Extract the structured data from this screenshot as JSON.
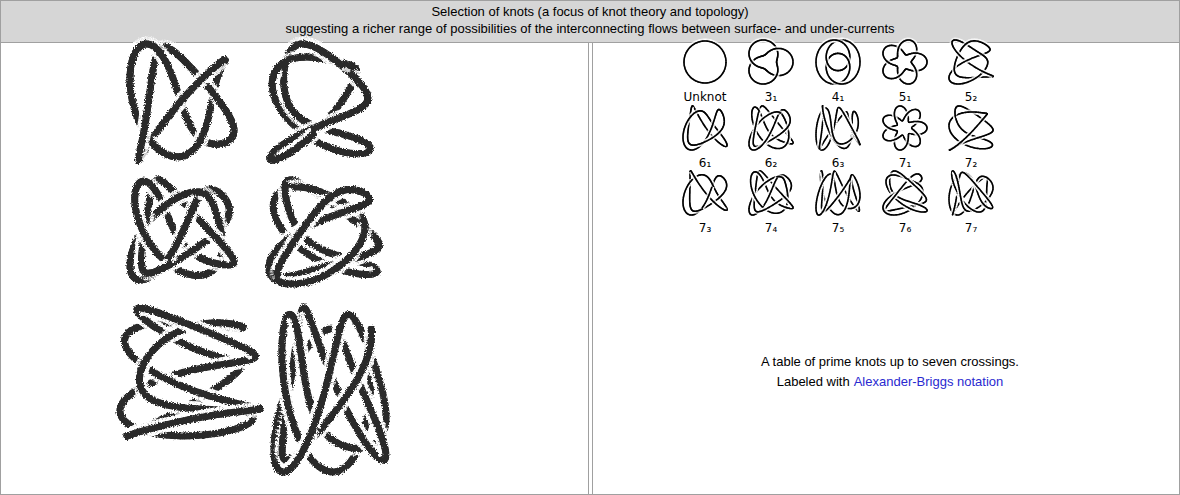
{
  "diagram": {
    "title": "Selection of knots (a focus of knot theory and topology)",
    "caption": "A table of prime knots up to seven crossings.",
    "labels": [
      "suggesting a richer range of possibilities of the interconnecting flows between surface- and under-currents",
      "Unknot",
      "3₁",
      "4₁",
      "5₁",
      "5₂",
      "6₁",
      "6₂",
      "6₃",
      "7₁",
      "7₂",
      "7₃",
      "7₄",
      "7₅",
      "7₆",
      "7₇",
      "Labeled with",
      "Alexander-Briggs notation"
    ]
  }
}
